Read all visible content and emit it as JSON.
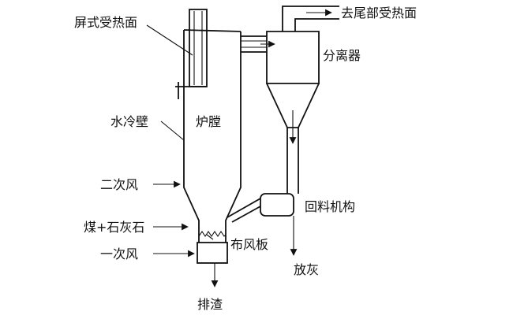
{
  "labels": {
    "screen_heating_surface": "屏式受热面",
    "water_wall": "水冷壁",
    "furnace": "炉膛",
    "secondary_air": "二次风",
    "coal_limestone": "煤+石灰石",
    "primary_air": "一次风",
    "bottom_ash": "排渣",
    "distributor_plate": "布风板",
    "separator": "分离器",
    "to_tail_surface": "去尾部受热面",
    "loop_seal": "回料机构",
    "ash_discharge": "放灰"
  },
  "colors": {
    "line": "#111111",
    "background": "#ffffff"
  }
}
